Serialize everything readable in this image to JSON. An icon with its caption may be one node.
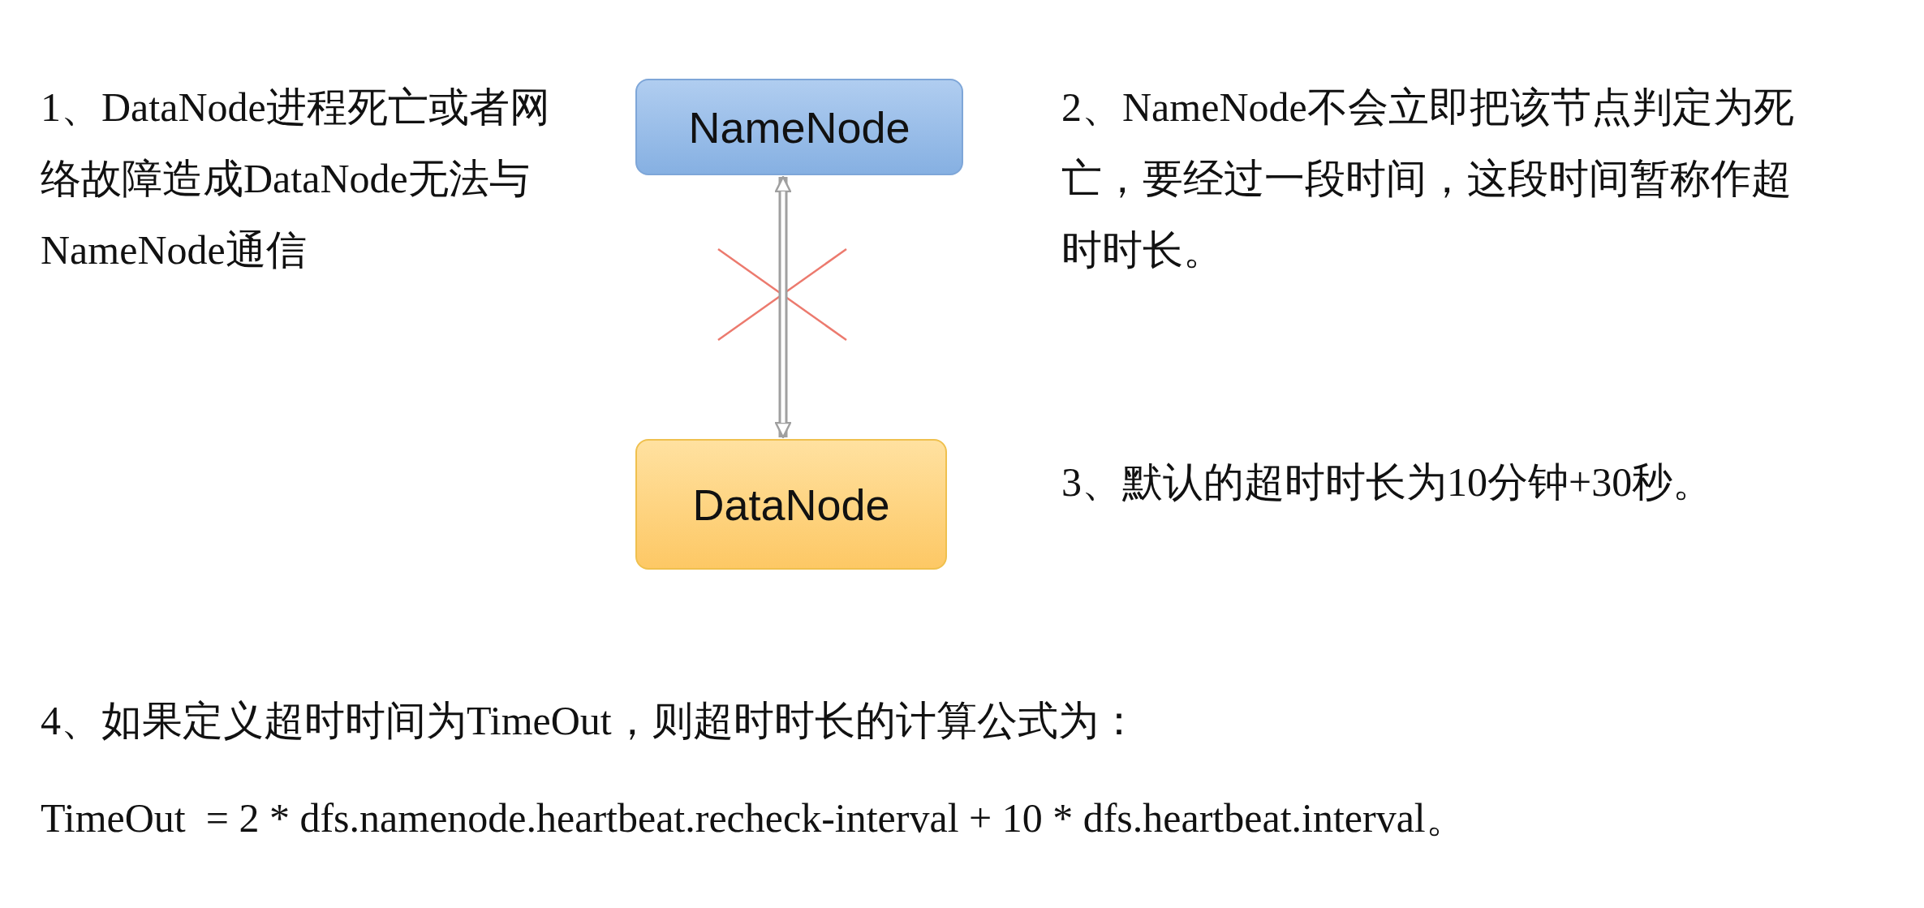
{
  "diagram": {
    "nodes": [
      {
        "text": [
          "NameNode"
        ]
      },
      {
        "text": [
          "DataNode"
        ]
      }
    ],
    "edges": [
      {
        "from": 0,
        "to": 1,
        "arrow": "both"
      }
    ],
    "labels": [
      "1、DataNode进程死亡或者网络故障造成DataNode无法与NameNode通信",
      "2、NameNode不会立即把该节点判定为死亡，要经过一段时间，这段时间暂称作超时时长。",
      "3、默认的超时时长为10分钟+30秒。",
      "4、如果定义超时时间为TimeOut，则超时时长的计算公式为：",
      "TimeOut  = 2 * dfs.namenode.heartbeat.recheck-interval + 10 * dfs.heartbeat.interval。"
    ]
  }
}
